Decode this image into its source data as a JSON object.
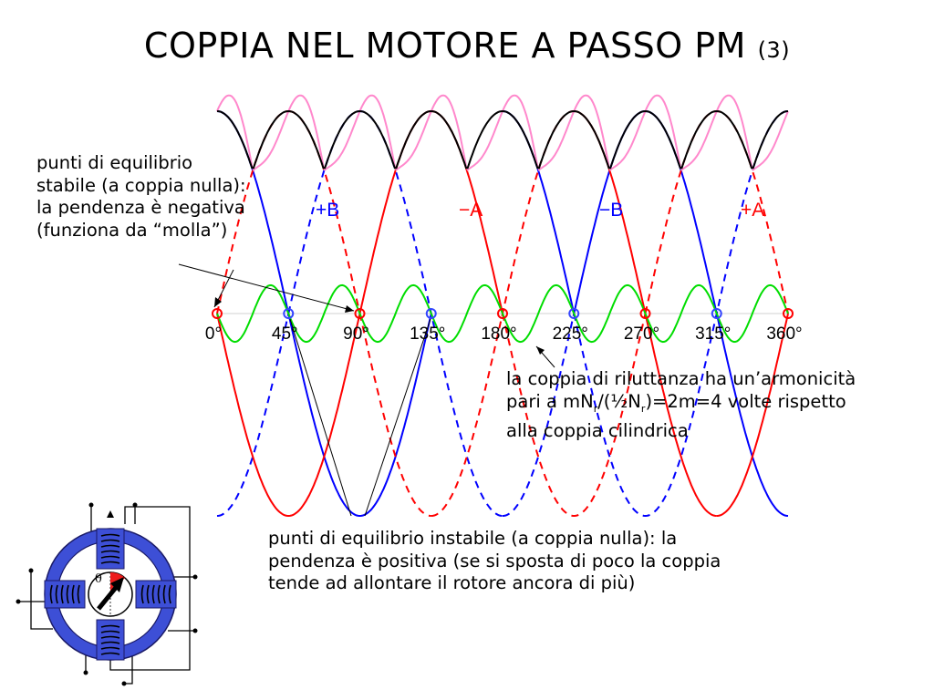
{
  "slide": {
    "title": "COPPIA NEL MOTORE A PASSO PM",
    "title_number": "(3)"
  },
  "phase_labels": [
    {
      "text": "+B",
      "color": "#0000ff"
    },
    {
      "text": "−A",
      "color": "#ff0000"
    },
    {
      "text": "−B",
      "color": "#0000ff"
    },
    {
      "text": "+A",
      "color": "#ff0000"
    }
  ],
  "angle_labels": [
    "0°",
    "45°",
    "90°",
    "135°",
    "180°",
    "225°",
    "270°",
    "315°",
    "360°"
  ],
  "notes": {
    "stable": [
      "punti di equilibrio",
      "stabile (a coppia nulla):",
      "la pendenza è negativa",
      "(funziona da “molla”)"
    ],
    "reluctance": {
      "l1": "la coppia di riluttanza ha un’armonicità",
      "l2a": "pari a mN",
      "sub1": "r",
      "l2b": "/(½N",
      "sub2": "r",
      "l2c": ")=2m=4 volte rispetto",
      "l3": "alla coppia cilindrica"
    },
    "unstable": [
      "punti di equilibrio instabile (a coppia nulla): la",
      "pendenza è positiva (se si sposta di poco la coppia",
      "tende ad allontare il rotore ancora di più)"
    ]
  },
  "motor": {
    "angle_symbol": "θ"
  },
  "colors": {
    "phase_a": "#ff0000",
    "phase_b": "#0000ff",
    "envelope": "#000000",
    "envelope_with_reluctance": "#ff88cc",
    "reluctance": "#00dd00",
    "stable_marker": "#ff0000",
    "unstable_marker": "#3344ff",
    "stator": "#3d4fd6"
  }
}
